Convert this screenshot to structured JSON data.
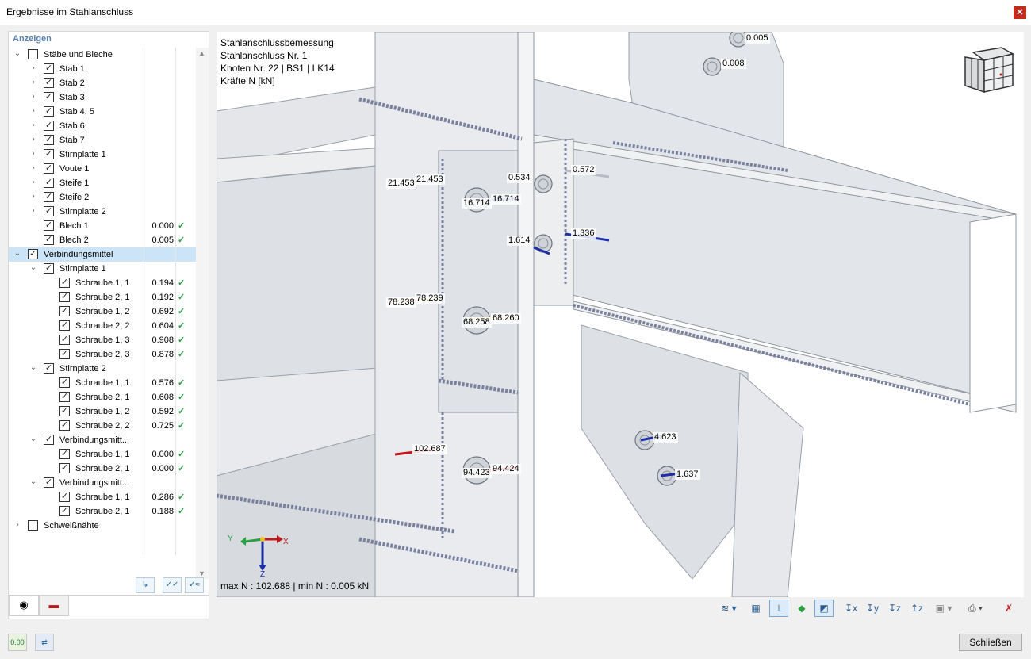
{
  "window": {
    "title": "Ergebnisse im Stahlanschluss"
  },
  "panel": {
    "header": "Anzeigen",
    "tree": [
      {
        "label": "Stäbe und Bleche",
        "level": 0,
        "expander": "open",
        "checked": false
      },
      {
        "label": "Stab 1",
        "level": 1,
        "expander": "closed",
        "checked": true
      },
      {
        "label": "Stab 2",
        "level": 1,
        "expander": "closed",
        "checked": true
      },
      {
        "label": "Stab 3",
        "level": 1,
        "expander": "closed",
        "checked": true
      },
      {
        "label": "Stab 4, 5",
        "level": 1,
        "expander": "closed",
        "checked": true
      },
      {
        "label": "Stab 6",
        "level": 1,
        "expander": "closed",
        "checked": true
      },
      {
        "label": "Stab 7",
        "level": 1,
        "expander": "closed",
        "checked": true
      },
      {
        "label": "Stirnplatte 1",
        "level": 1,
        "expander": "closed",
        "checked": true
      },
      {
        "label": "Voute 1",
        "level": 1,
        "expander": "closed",
        "checked": true
      },
      {
        "label": "Steife 1",
        "level": 1,
        "expander": "closed",
        "checked": true
      },
      {
        "label": "Steife 2",
        "level": 1,
        "expander": "closed",
        "checked": true
      },
      {
        "label": "Stirnplatte 2",
        "level": 1,
        "expander": "closed",
        "checked": true
      },
      {
        "label": "Blech 1",
        "level": 1,
        "expander": "none",
        "checked": true,
        "value": "0.000",
        "ok": true
      },
      {
        "label": "Blech 2",
        "level": 1,
        "expander": "none",
        "checked": true,
        "value": "0.005",
        "ok": true
      },
      {
        "label": "Verbindungsmittel",
        "level": 0,
        "expander": "open",
        "checked": true,
        "selected": true
      },
      {
        "label": "Stirnplatte 1",
        "level": 1,
        "expander": "open",
        "checked": true
      },
      {
        "label": "Schraube 1, 1",
        "level": 2,
        "expander": "none",
        "checked": true,
        "value": "0.194",
        "ok": true
      },
      {
        "label": "Schraube 2, 1",
        "level": 2,
        "expander": "none",
        "checked": true,
        "value": "0.192",
        "ok": true
      },
      {
        "label": "Schraube 1, 2",
        "level": 2,
        "expander": "none",
        "checked": true,
        "value": "0.692",
        "ok": true
      },
      {
        "label": "Schraube 2, 2",
        "level": 2,
        "expander": "none",
        "checked": true,
        "value": "0.604",
        "ok": true
      },
      {
        "label": "Schraube 1, 3",
        "level": 2,
        "expander": "none",
        "checked": true,
        "value": "0.908",
        "ok": true
      },
      {
        "label": "Schraube 2, 3",
        "level": 2,
        "expander": "none",
        "checked": true,
        "value": "0.878",
        "ok": true
      },
      {
        "label": "Stirnplatte 2",
        "level": 1,
        "expander": "open",
        "checked": true
      },
      {
        "label": "Schraube 1, 1",
        "level": 2,
        "expander": "none",
        "checked": true,
        "value": "0.576",
        "ok": true
      },
      {
        "label": "Schraube 2, 1",
        "level": 2,
        "expander": "none",
        "checked": true,
        "value": "0.608",
        "ok": true
      },
      {
        "label": "Schraube 1, 2",
        "level": 2,
        "expander": "none",
        "checked": true,
        "value": "0.592",
        "ok": true
      },
      {
        "label": "Schraube 2, 2",
        "level": 2,
        "expander": "none",
        "checked": true,
        "value": "0.725",
        "ok": true
      },
      {
        "label": "Verbindungsmitt...",
        "level": 1,
        "expander": "open",
        "checked": true
      },
      {
        "label": "Schraube 1, 1",
        "level": 2,
        "expander": "none",
        "checked": true,
        "value": "0.000",
        "ok": true
      },
      {
        "label": "Schraube 2, 1",
        "level": 2,
        "expander": "none",
        "checked": true,
        "value": "0.000",
        "ok": true
      },
      {
        "label": "Verbindungsmitt...",
        "level": 1,
        "expander": "open",
        "checked": true
      },
      {
        "label": "Schraube 1, 1",
        "level": 2,
        "expander": "none",
        "checked": true,
        "value": "0.286",
        "ok": true
      },
      {
        "label": "Schraube 2, 1",
        "level": 2,
        "expander": "none",
        "checked": true,
        "value": "0.188",
        "ok": true
      },
      {
        "label": "Schweißnähte",
        "level": 0,
        "expander": "closed",
        "checked": false
      }
    ]
  },
  "viewport": {
    "info": [
      "Stahlanschlussbemessung",
      "Stahlanschluss Nr. 1",
      "Knoten Nr. 22 | BS1 | LK14",
      "Kräfte N [kN]"
    ],
    "minmax": "max N : 102.688 | min N : 0.005 kN",
    "axes": {
      "x": "X",
      "y": "Y",
      "z": "Z"
    },
    "force_labels": [
      "0.005",
      "0.008",
      "21.453",
      "21.453",
      "0.534",
      "0.572",
      "16.714",
      "16.714",
      "1.614",
      "1.336",
      "78.238",
      "78.239",
      "68.258",
      "68.260",
      "4.623",
      "102.687",
      "94.423",
      "94.424",
      "1.637"
    ]
  },
  "footer": {
    "close_label": "Schließen",
    "decimals_icon": "0.00"
  },
  "colors": {
    "accent": "#5b7fae",
    "ok": "#2aa044",
    "force_red": "#c0191b",
    "force_blue": "#1d2fa8"
  }
}
